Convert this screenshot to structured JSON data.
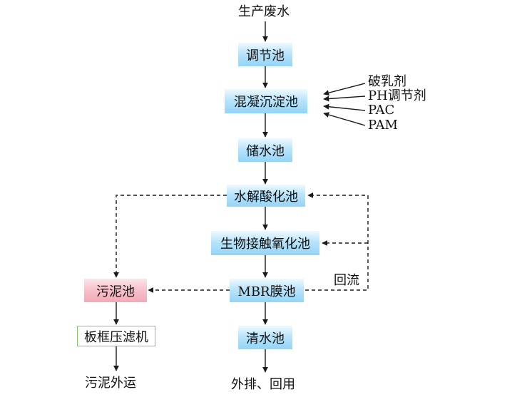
{
  "colors": {
    "blue_box": "#9ad6f7",
    "pink_box": "#f4b1bf",
    "green_border": "#8cc66a",
    "arrow": "#1a1a1a"
  },
  "source": "生产废水",
  "main_chain": {
    "regulating_tank": "调节池",
    "coag_sed_tank": "混凝沉淀池",
    "storage_tank": "储水池",
    "hydrolysis_tank": "水解酸化池",
    "contact_oxidation_tank": "生物接触氧化池",
    "mbr_tank": "MBR膜池",
    "clear_water_tank": "清水池"
  },
  "chemicals": [
    "破乳剂",
    "PH调节剂",
    "PAC",
    "PAM"
  ],
  "reflux_label": "回流",
  "sludge_chain": {
    "sludge_tank": "污泥池",
    "filter_press": "板框压滤机",
    "sludge_out": "污泥外运"
  },
  "effluent": "外排、回用"
}
